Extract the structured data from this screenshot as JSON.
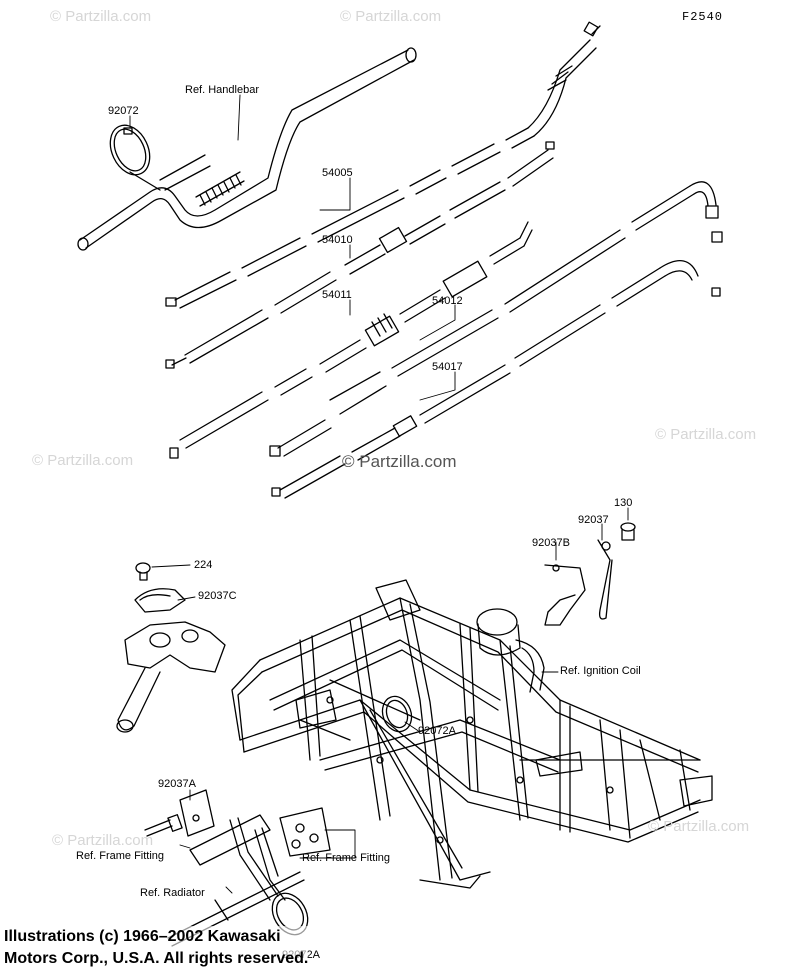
{
  "figure_id": "F2540",
  "watermarks": {
    "text": "© Partzilla.com",
    "center_text": "© Partzilla.com"
  },
  "labels": {
    "handlebar": "Ref. Handlebar",
    "p92072": "92072",
    "p54005": "54005",
    "p54010": "54010",
    "p54011": "54011",
    "p54012": "54012",
    "p54017": "54017",
    "p130": "130",
    "p92037": "92037",
    "p92037B": "92037B",
    "p224": "224",
    "p92037C": "92037C",
    "ignition_coil": "Ref. Ignition Coil",
    "p92072A_mid": "92072A",
    "p92037A": "92037A",
    "frame_fitting_left": "Ref. Frame Fitting",
    "frame_fitting_right": "Ref. Frame Fitting",
    "radiator": "Ref. Radiator",
    "p92072A_bottom": "92072A"
  },
  "copyright": {
    "line1": "Illustrations (c) 1966–2002 Kawasaki",
    "line2": "Motors Corp., U.S.A.  All rights reserved."
  }
}
